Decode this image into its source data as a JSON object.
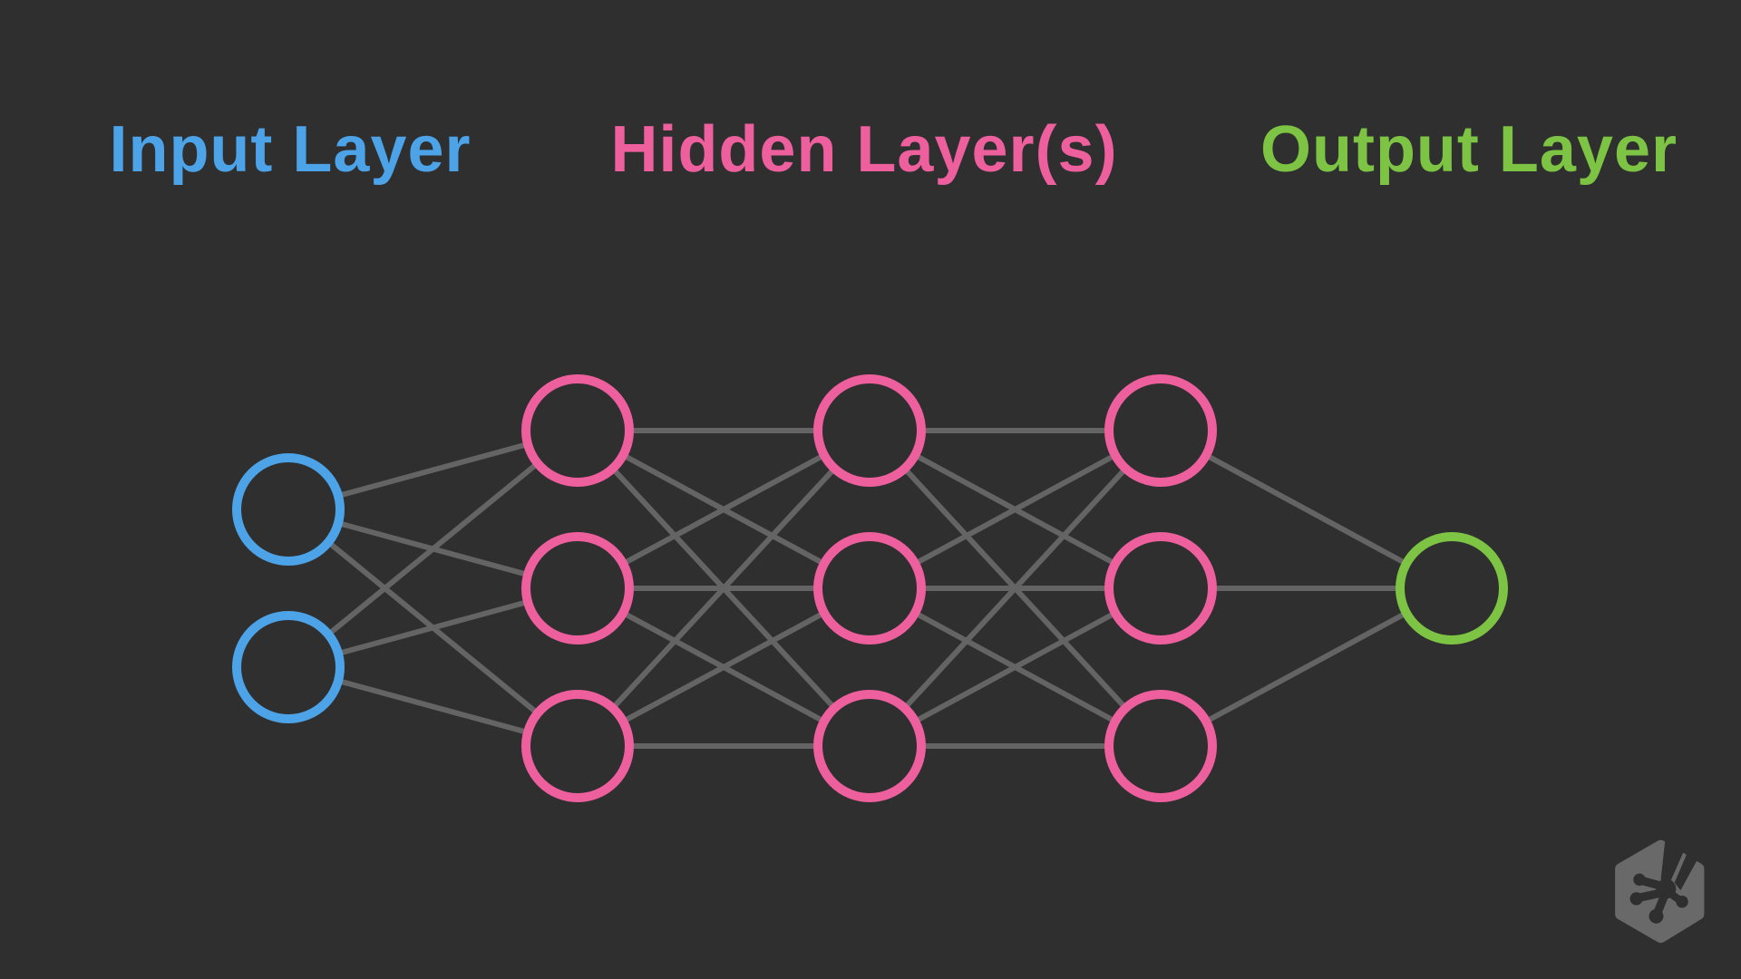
{
  "page": {
    "background_color": "#302f2f"
  },
  "diagram": {
    "type": "neural-network",
    "labels": {
      "input": {
        "text": "Input Layer",
        "color": "#4da3e8"
      },
      "hidden": {
        "text": "Hidden Layer(s)",
        "color": "#ee5f9d"
      },
      "output": {
        "text": "Output Layer",
        "color": "#7dc444"
      }
    },
    "layers": [
      {
        "id": "input",
        "role": "input",
        "node_count": 2,
        "node_color": "#4da3e8"
      },
      {
        "id": "hidden-1",
        "role": "hidden",
        "node_count": 3,
        "node_color": "#ee5f9d"
      },
      {
        "id": "hidden-2",
        "role": "hidden",
        "node_count": 3,
        "node_color": "#ee5f9d"
      },
      {
        "id": "hidden-3",
        "role": "hidden",
        "node_count": 3,
        "node_color": "#ee5f9d"
      },
      {
        "id": "output",
        "role": "output",
        "node_count": 1,
        "node_color": "#7dc444"
      }
    ],
    "connectivity": "fully-connected-between-adjacent-layers",
    "edge_color": "#646464",
    "edge_stroke_width": 6,
    "node_fill": "#302f2f",
    "node_stroke_width": 10
  },
  "branding": {
    "icon": "treehouse-frog-badge-icon",
    "color": "#696969"
  }
}
